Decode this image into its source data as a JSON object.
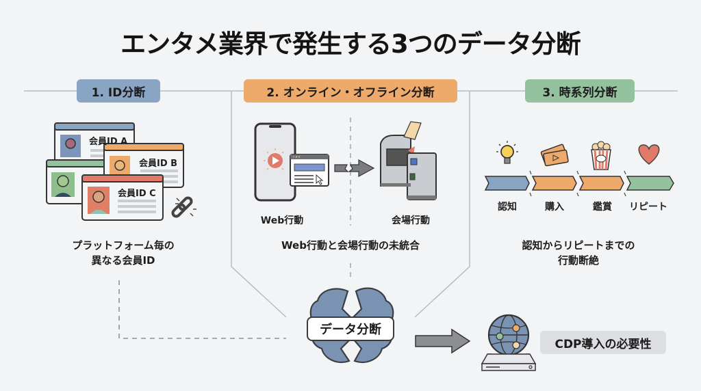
{
  "title": "エンタメ業界で発生する3つのデータ分断",
  "colors": {
    "blue": "#8aa4c4",
    "orange": "#eeaa6a",
    "green": "#94c29e",
    "red": "#e17a68",
    "line": "#b8bbc0"
  },
  "sections": [
    {
      "badge": "1. ID分断",
      "cards": [
        "会員ID A",
        "会員ID B",
        "会員ID C"
      ],
      "caption_line1": "プラットフォーム毎の",
      "caption_line2": "異なる会員ID",
      "icons": [
        "id-card-icon",
        "broken-link-icon"
      ]
    },
    {
      "badge": "2. オンライン・オフライン分断",
      "left_label": "Web行動",
      "right_label": "会場行動",
      "caption": "Web行動と会場行動の未統合",
      "icons": [
        "smartphone-icon",
        "browser-window-icon",
        "broken-arrow-icon",
        "ticket-gate-icon"
      ]
    },
    {
      "badge": "3. 時系列分断",
      "steps": [
        {
          "label": "認知",
          "icon": "lightbulb-icon"
        },
        {
          "label": "購入",
          "icon": "ticket-icon"
        },
        {
          "label": "鑑賞",
          "icon": "popcorn-icon"
        },
        {
          "label": "リピート",
          "icon": "heart-icon"
        }
      ],
      "caption_line1": "認知からリピートまでの",
      "caption_line2": "行動断絶"
    }
  ],
  "center": {
    "label": "データ分断",
    "icon": "broken-brain-icon"
  },
  "result": {
    "label": "CDP導入の必要性",
    "icon": "network-server-icon"
  }
}
